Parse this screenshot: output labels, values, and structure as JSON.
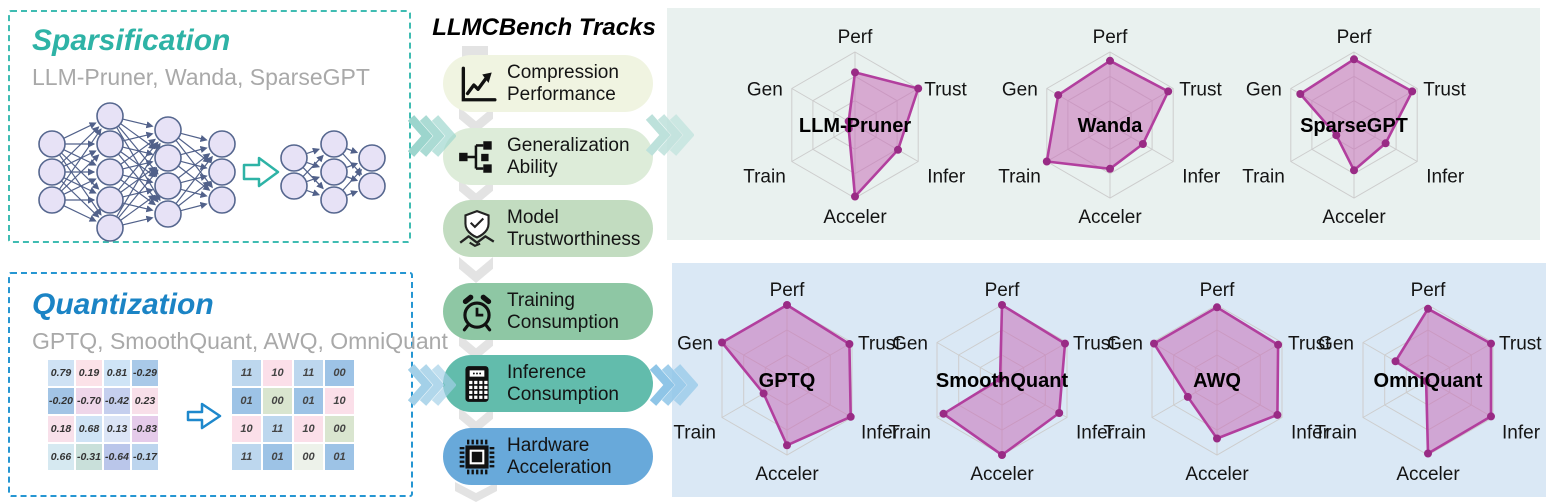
{
  "sparsification": {
    "title": "Sparsification",
    "methods": "LLM-Pruner, Wanda, SparseGPT",
    "accent_color": "#2eb3a6",
    "network_before_layers": [
      3,
      5,
      4,
      3
    ],
    "network_after_layers": [
      2,
      3,
      2
    ]
  },
  "quantization": {
    "title": "Quantization",
    "methods": "GPTQ, SmoothQuant, AWQ, OmniQuant",
    "accent_color": "#1b84c5",
    "float_matrix": [
      [
        "0.79",
        "0.19",
        "0.81",
        "-0.29"
      ],
      [
        "-0.20",
        "-0.70",
        "-0.42",
        "0.23"
      ],
      [
        "0.18",
        "0.68",
        "0.13",
        "-0.83"
      ],
      [
        "0.66",
        "-0.31",
        "-0.64",
        "-0.17"
      ]
    ],
    "float_matrix_colors": [
      [
        "#cfe2f4",
        "#fbe2e8",
        "#cfe4f6",
        "#a9c9e8"
      ],
      [
        "#a2c4e5",
        "#eed6e9",
        "#c5cfee",
        "#f8dfe9"
      ],
      [
        "#f8e0ea",
        "#cfe3f5",
        "#dce5f6",
        "#e5cbea"
      ],
      [
        "#d6e9f1",
        "#c9e0da",
        "#bac6ea",
        "#bdd5ee"
      ]
    ],
    "binary_matrix": [
      [
        "11",
        "10",
        "11",
        "00"
      ],
      [
        "01",
        "00",
        "01",
        "10"
      ],
      [
        "10",
        "11",
        "10",
        "00"
      ],
      [
        "11",
        "01",
        "00",
        "01"
      ]
    ],
    "binary_matrix_colors": [
      [
        "#bdd7ee",
        "#fbdfe9",
        "#bdd7ee",
        "#9dc3e6"
      ],
      [
        "#9dc3e6",
        "#d9e5cf",
        "#9dc3e6",
        "#fbdfe9"
      ],
      [
        "#fbdfe9",
        "#bdd7ee",
        "#fbdfe9",
        "#d9e5cf"
      ],
      [
        "#bdd7ee",
        "#9dc3e6",
        "#edf2ea",
        "#9dc3e6"
      ]
    ]
  },
  "tracks": {
    "title": "LLMCBench Tracks",
    "items": [
      {
        "label_lines": [
          "Compression",
          "Performance"
        ],
        "icon": "chart-line-icon",
        "color": "#f0f4e1"
      },
      {
        "label_lines": [
          "Generalization",
          "Ability"
        ],
        "icon": "tree-icon",
        "color": "#ddecd9"
      },
      {
        "label_lines": [
          "Model",
          "Trustworthiness"
        ],
        "icon": "shield-handshake-icon",
        "color": "#c2dcc0"
      },
      {
        "label_lines": [
          "Training",
          "Consumption"
        ],
        "icon": "alarm-clock-icon",
        "color": "#8ec7a4"
      },
      {
        "label_lines": [
          "Inference",
          "Consumption"
        ],
        "icon": "calculator-icon",
        "color": "#62bcac"
      },
      {
        "label_lines": [
          "Hardware",
          "Acceleration"
        ],
        "icon": "chip-icon",
        "color": "#68a9da"
      }
    ]
  },
  "chart_data": {
    "type": "radar",
    "axes": [
      "Perf",
      "Trust",
      "Infer",
      "Acceler",
      "Train",
      "Gen"
    ],
    "scale": [
      0,
      1
    ],
    "grid_levels": 3,
    "fill_color": "#c870b8",
    "stroke_color": "#b23f9e",
    "dot_color": "#992b85",
    "panels": [
      {
        "name": "sparsification-results",
        "background": "#e9f1ef",
        "charts": [
          {
            "name": "LLM-Pruner",
            "values": [
              0.72,
              1.0,
              0.68,
              0.98,
              0.1,
              0.1
            ]
          },
          {
            "name": "Wanda",
            "values": [
              0.88,
              0.92,
              0.52,
              0.6,
              1.0,
              0.82
            ]
          },
          {
            "name": "SparseGPT",
            "values": [
              0.9,
              0.92,
              0.5,
              0.62,
              0.28,
              0.85
            ]
          }
        ]
      },
      {
        "name": "quantization-results",
        "background": "#dae8f5",
        "charts": [
          {
            "name": "GPTQ",
            "values": [
              1.0,
              0.96,
              0.98,
              0.87,
              0.36,
              1.0
            ]
          },
          {
            "name": "SmoothQuant",
            "values": [
              1.0,
              0.97,
              0.88,
              1.0,
              0.9,
              0.03
            ]
          },
          {
            "name": "AWQ",
            "values": [
              0.97,
              0.94,
              0.93,
              0.78,
              0.45,
              0.97
            ]
          },
          {
            "name": "OmniQuant",
            "values": [
              0.95,
              0.97,
              0.97,
              0.98,
              0.03,
              0.5
            ]
          }
        ]
      }
    ]
  }
}
